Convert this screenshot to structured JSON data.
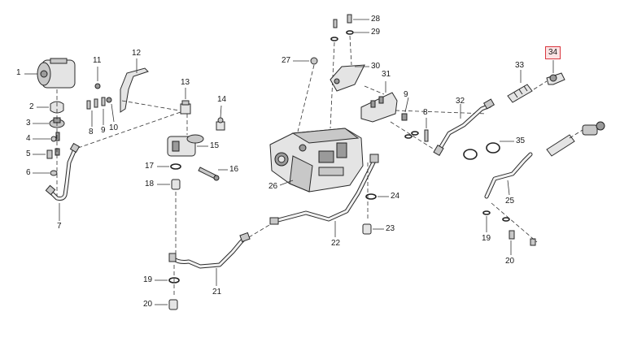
{
  "callouts": {
    "c1": "1",
    "c2": "2",
    "c3": "3",
    "c4": "4",
    "c5": "5",
    "c6": "6",
    "c7": "7",
    "c8a": "8",
    "c8b": "8",
    "c9a": "9",
    "c9b": "9",
    "c10": "10",
    "c11": "11",
    "c12": "12",
    "c13": "13",
    "c14": "14",
    "c15": "15",
    "c16": "16",
    "c17": "17",
    "c18": "18",
    "c19a": "19",
    "c19b": "19",
    "c20a": "20",
    "c20b": "20",
    "c21": "21",
    "c22": "22",
    "c23": "23",
    "c24": "24",
    "c25": "25",
    "c26": "26",
    "c27": "27",
    "c28": "28",
    "c29": "29",
    "c30": "30",
    "c31": "31",
    "c32": "32",
    "c33": "33",
    "c34": "34",
    "c35": "35"
  },
  "highlighted_part": "34",
  "colors": {
    "highlight_border": "#d9363e",
    "highlight_fill": "#fbe3e4",
    "line": "#2a2a2a"
  }
}
